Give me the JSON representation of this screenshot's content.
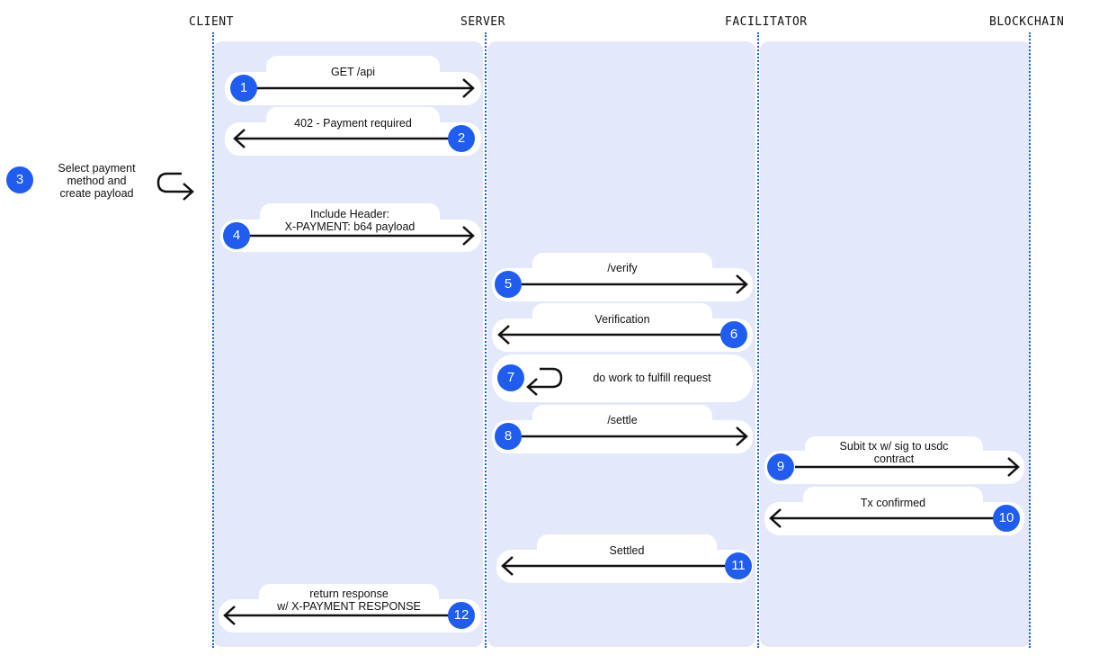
{
  "actors": {
    "client": "CLIENT",
    "server": "SERVER",
    "facilitator": "FACILITATOR",
    "blockchain": "BLOCKCHAIN"
  },
  "steps": [
    {
      "num": "1",
      "label": "GET /api",
      "direction": "right"
    },
    {
      "num": "2",
      "label": "402 - Payment required",
      "direction": "left"
    },
    {
      "num": "3",
      "label_lines": [
        "Select payment",
        "method and",
        "create payload"
      ],
      "kind": "self-loop"
    },
    {
      "num": "4",
      "label_lines": [
        "Include Header:",
        "X-PAYMENT: b64 payload"
      ],
      "direction": "right"
    },
    {
      "num": "5",
      "label": "/verify",
      "direction": "right"
    },
    {
      "num": "6",
      "label": "Verification",
      "direction": "left"
    },
    {
      "num": "7",
      "label": "do work to fulfill request",
      "kind": "self-loop"
    },
    {
      "num": "8",
      "label": "/settle",
      "direction": "right"
    },
    {
      "num": "9",
      "label_lines": [
        "Subit tx w/ sig to usdc",
        "contract"
      ],
      "direction": "right"
    },
    {
      "num": "10",
      "label": "Tx confirmed",
      "direction": "left"
    },
    {
      "num": "11",
      "label": "Settled",
      "direction": "left"
    },
    {
      "num": "12",
      "label_lines": [
        "return response",
        "w/ X-PAYMENT RESPONSE"
      ],
      "direction": "left"
    }
  ],
  "colors": {
    "accent": "#1f5cf0",
    "lane": "#e3e9fb",
    "line": "#111111"
  }
}
